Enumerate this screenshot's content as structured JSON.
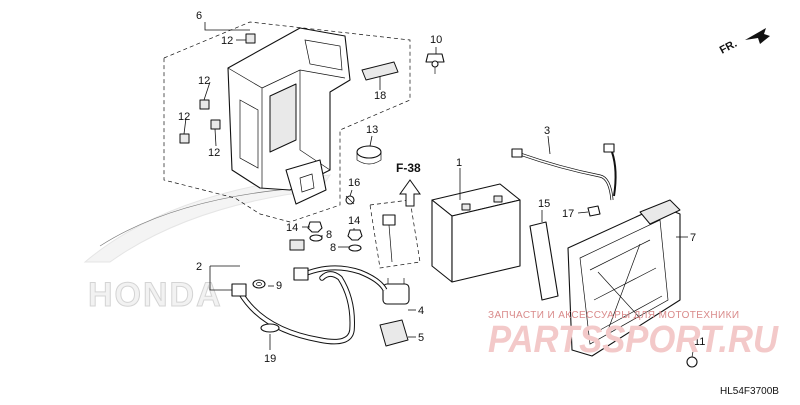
{
  "diagram": {
    "labels": [
      "1",
      "2",
      "3",
      "4",
      "5",
      "6",
      "7",
      "8",
      "8",
      "9",
      "10",
      "11",
      "12",
      "12",
      "12",
      "12",
      "13",
      "14",
      "14",
      "15",
      "16",
      "17",
      "18",
      "19"
    ],
    "reference": "F-38",
    "direction": "FR.",
    "code": "HL54F3700B"
  },
  "watermark": {
    "caption": "ЗАПЧАСТИ И АКСЕССУАРЫ ДЛЯ МОТОТЕХНИКИ",
    "logo": "PARTSSPORT.RU",
    "brand": "HONDA"
  }
}
